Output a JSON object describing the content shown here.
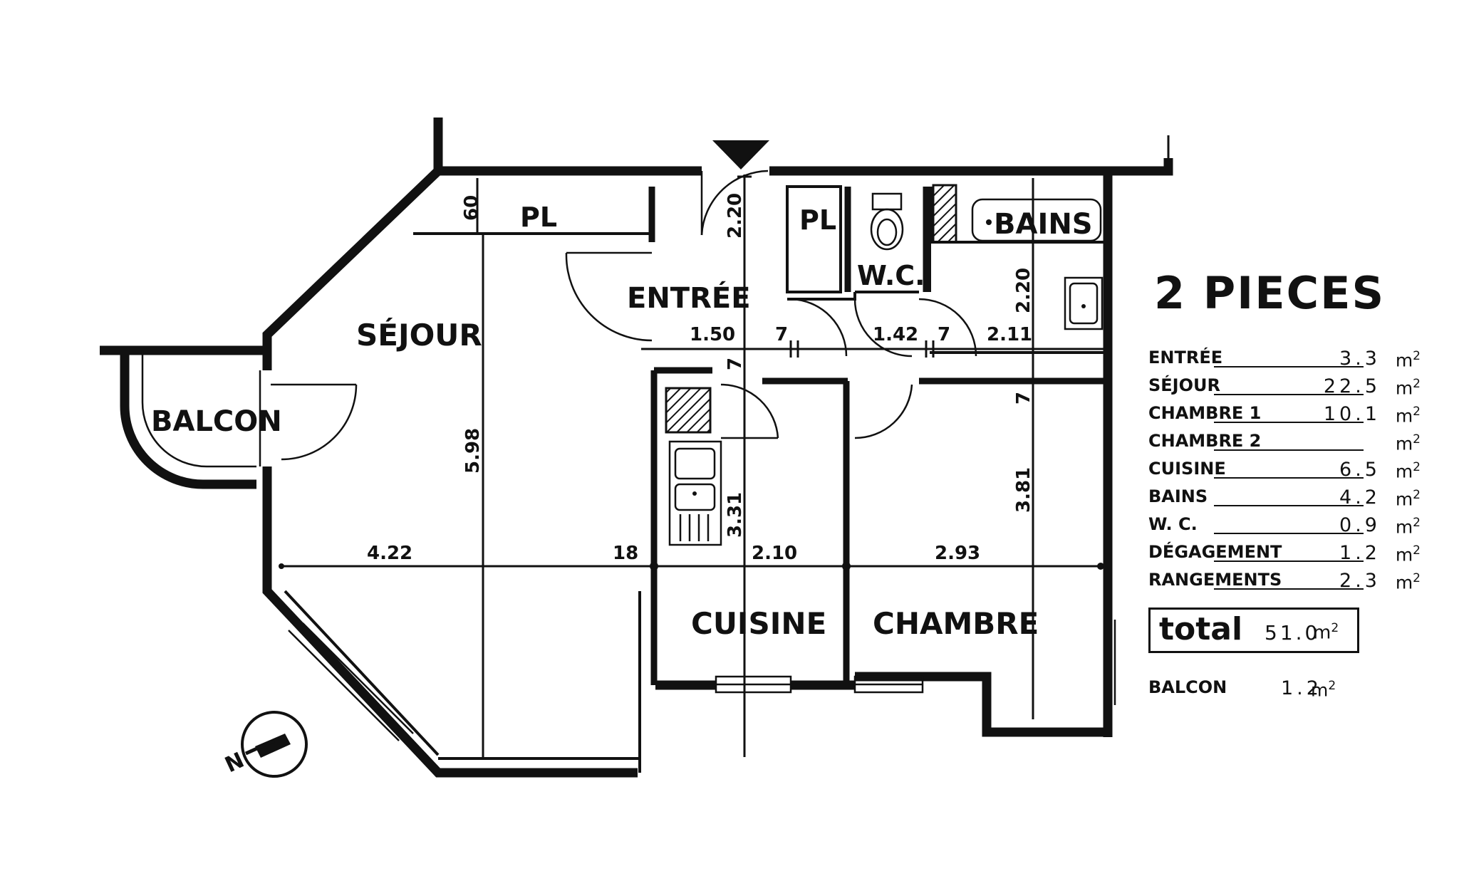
{
  "rooms": {
    "sejour": "SÉJOUR",
    "balcon": "BALCON",
    "entree": "ENTRÉE",
    "pl": "PL",
    "wc": "W.C.",
    "bains": "BAINS",
    "cuisine": "CUISINE",
    "chambre": "CHAMBRE"
  },
  "dimensions": {
    "d_060": "60",
    "d_220_entry": "2.20",
    "d_598": "5.98",
    "d_422": "4.22",
    "d_18": "18",
    "d_210": "2.10",
    "d_293": "2.93",
    "d_150": "1.50",
    "d_7a": "7",
    "d_142": "1.42",
    "d_7b": "7",
    "d_211": "2.11",
    "d_220_bains": "2.20",
    "d_7c": "7",
    "d_7d": "7",
    "d_331": "3.31",
    "d_381": "3.81"
  },
  "compass": {
    "label": "N",
    "icon": "north-arrow-icon"
  },
  "legend": {
    "title": "2 PIECES",
    "unit": "m",
    "unit_exp": "2",
    "rows": [
      {
        "name": "ENTRÉE",
        "value": "3.3"
      },
      {
        "name": "SÉJOUR",
        "value": "22.5"
      },
      {
        "name": "CHAMBRE 1",
        "value": "10.1"
      },
      {
        "name": "CHAMBRE 2",
        "value": ""
      },
      {
        "name": "CUISINE",
        "value": "6.5"
      },
      {
        "name": "BAINS",
        "value": "4.2"
      },
      {
        "name": "W. C.",
        "value": "0.9"
      },
      {
        "name": "DÉGAGEMENT",
        "value": "1.2"
      },
      {
        "name": "RANGEMENTS",
        "value": "2.3"
      }
    ],
    "total_label": "total",
    "total_value": "51.0",
    "balcon_label": "BALCON",
    "balcon_value": "1.2"
  }
}
